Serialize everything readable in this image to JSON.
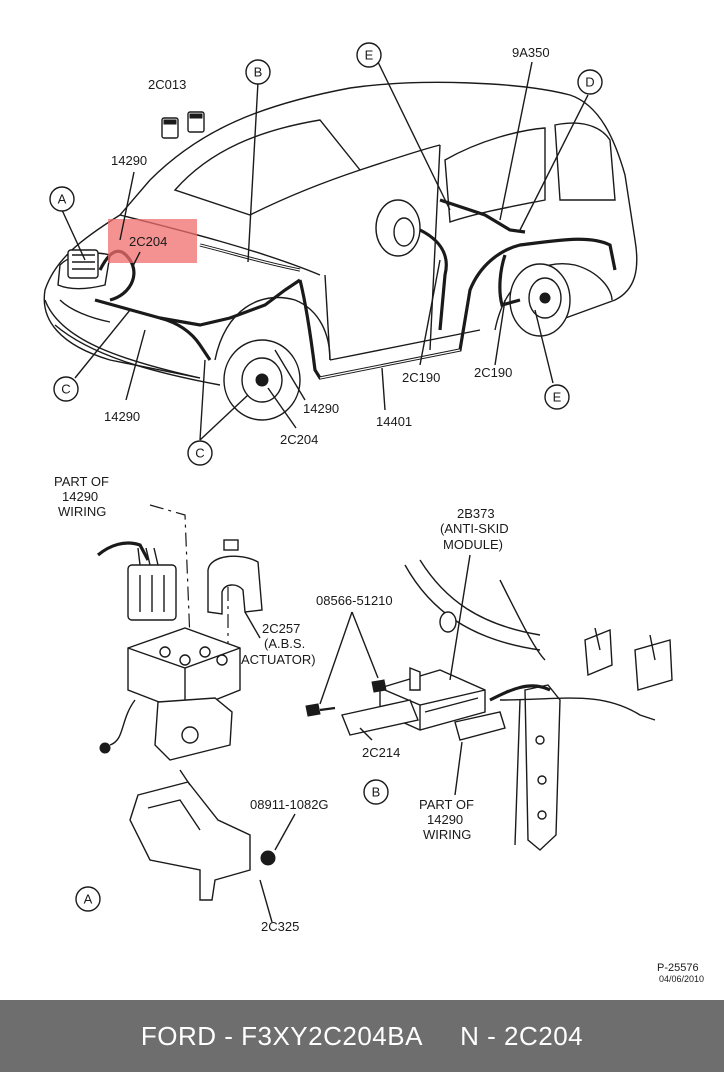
{
  "callouts": {
    "c2C013": "2C013",
    "c14290_top": "14290",
    "c2C204_hl": "2C204",
    "c14290_bottom": "14290",
    "c14290_right": "14290",
    "c2C204_bottom": "2C204",
    "c14401": "14401",
    "c2C190_left": "2C190",
    "c2C190_right": "2C190",
    "c9A350": "9A350"
  },
  "circle_labels": {
    "A": "A",
    "B": "B",
    "C1": "C",
    "C2": "C",
    "D": "D",
    "E1": "E",
    "E2": "E",
    "detailA": "A",
    "detailB": "B"
  },
  "detail_a": {
    "wiring": [
      "PART OF",
      "14290",
      "WIRING"
    ],
    "actuator": [
      "2C257",
      "(A.B.S.",
      "ACTUATOR)"
    ],
    "nut": "08911-1082G",
    "bracket": "2C325"
  },
  "detail_b": {
    "module": [
      "2B373",
      "(ANTI-SKID",
      "MODULE)"
    ],
    "bolt": "08566-51210",
    "bracket": "2C214",
    "wiring": [
      "PART OF",
      "14290",
      "WIRING"
    ]
  },
  "ref": {
    "code": "P-25576",
    "date": "04/06/2010"
  },
  "highlight_color": "#f06e6e",
  "footer": {
    "text": "FORD - F3XY2C204BA     N - 2C204"
  }
}
